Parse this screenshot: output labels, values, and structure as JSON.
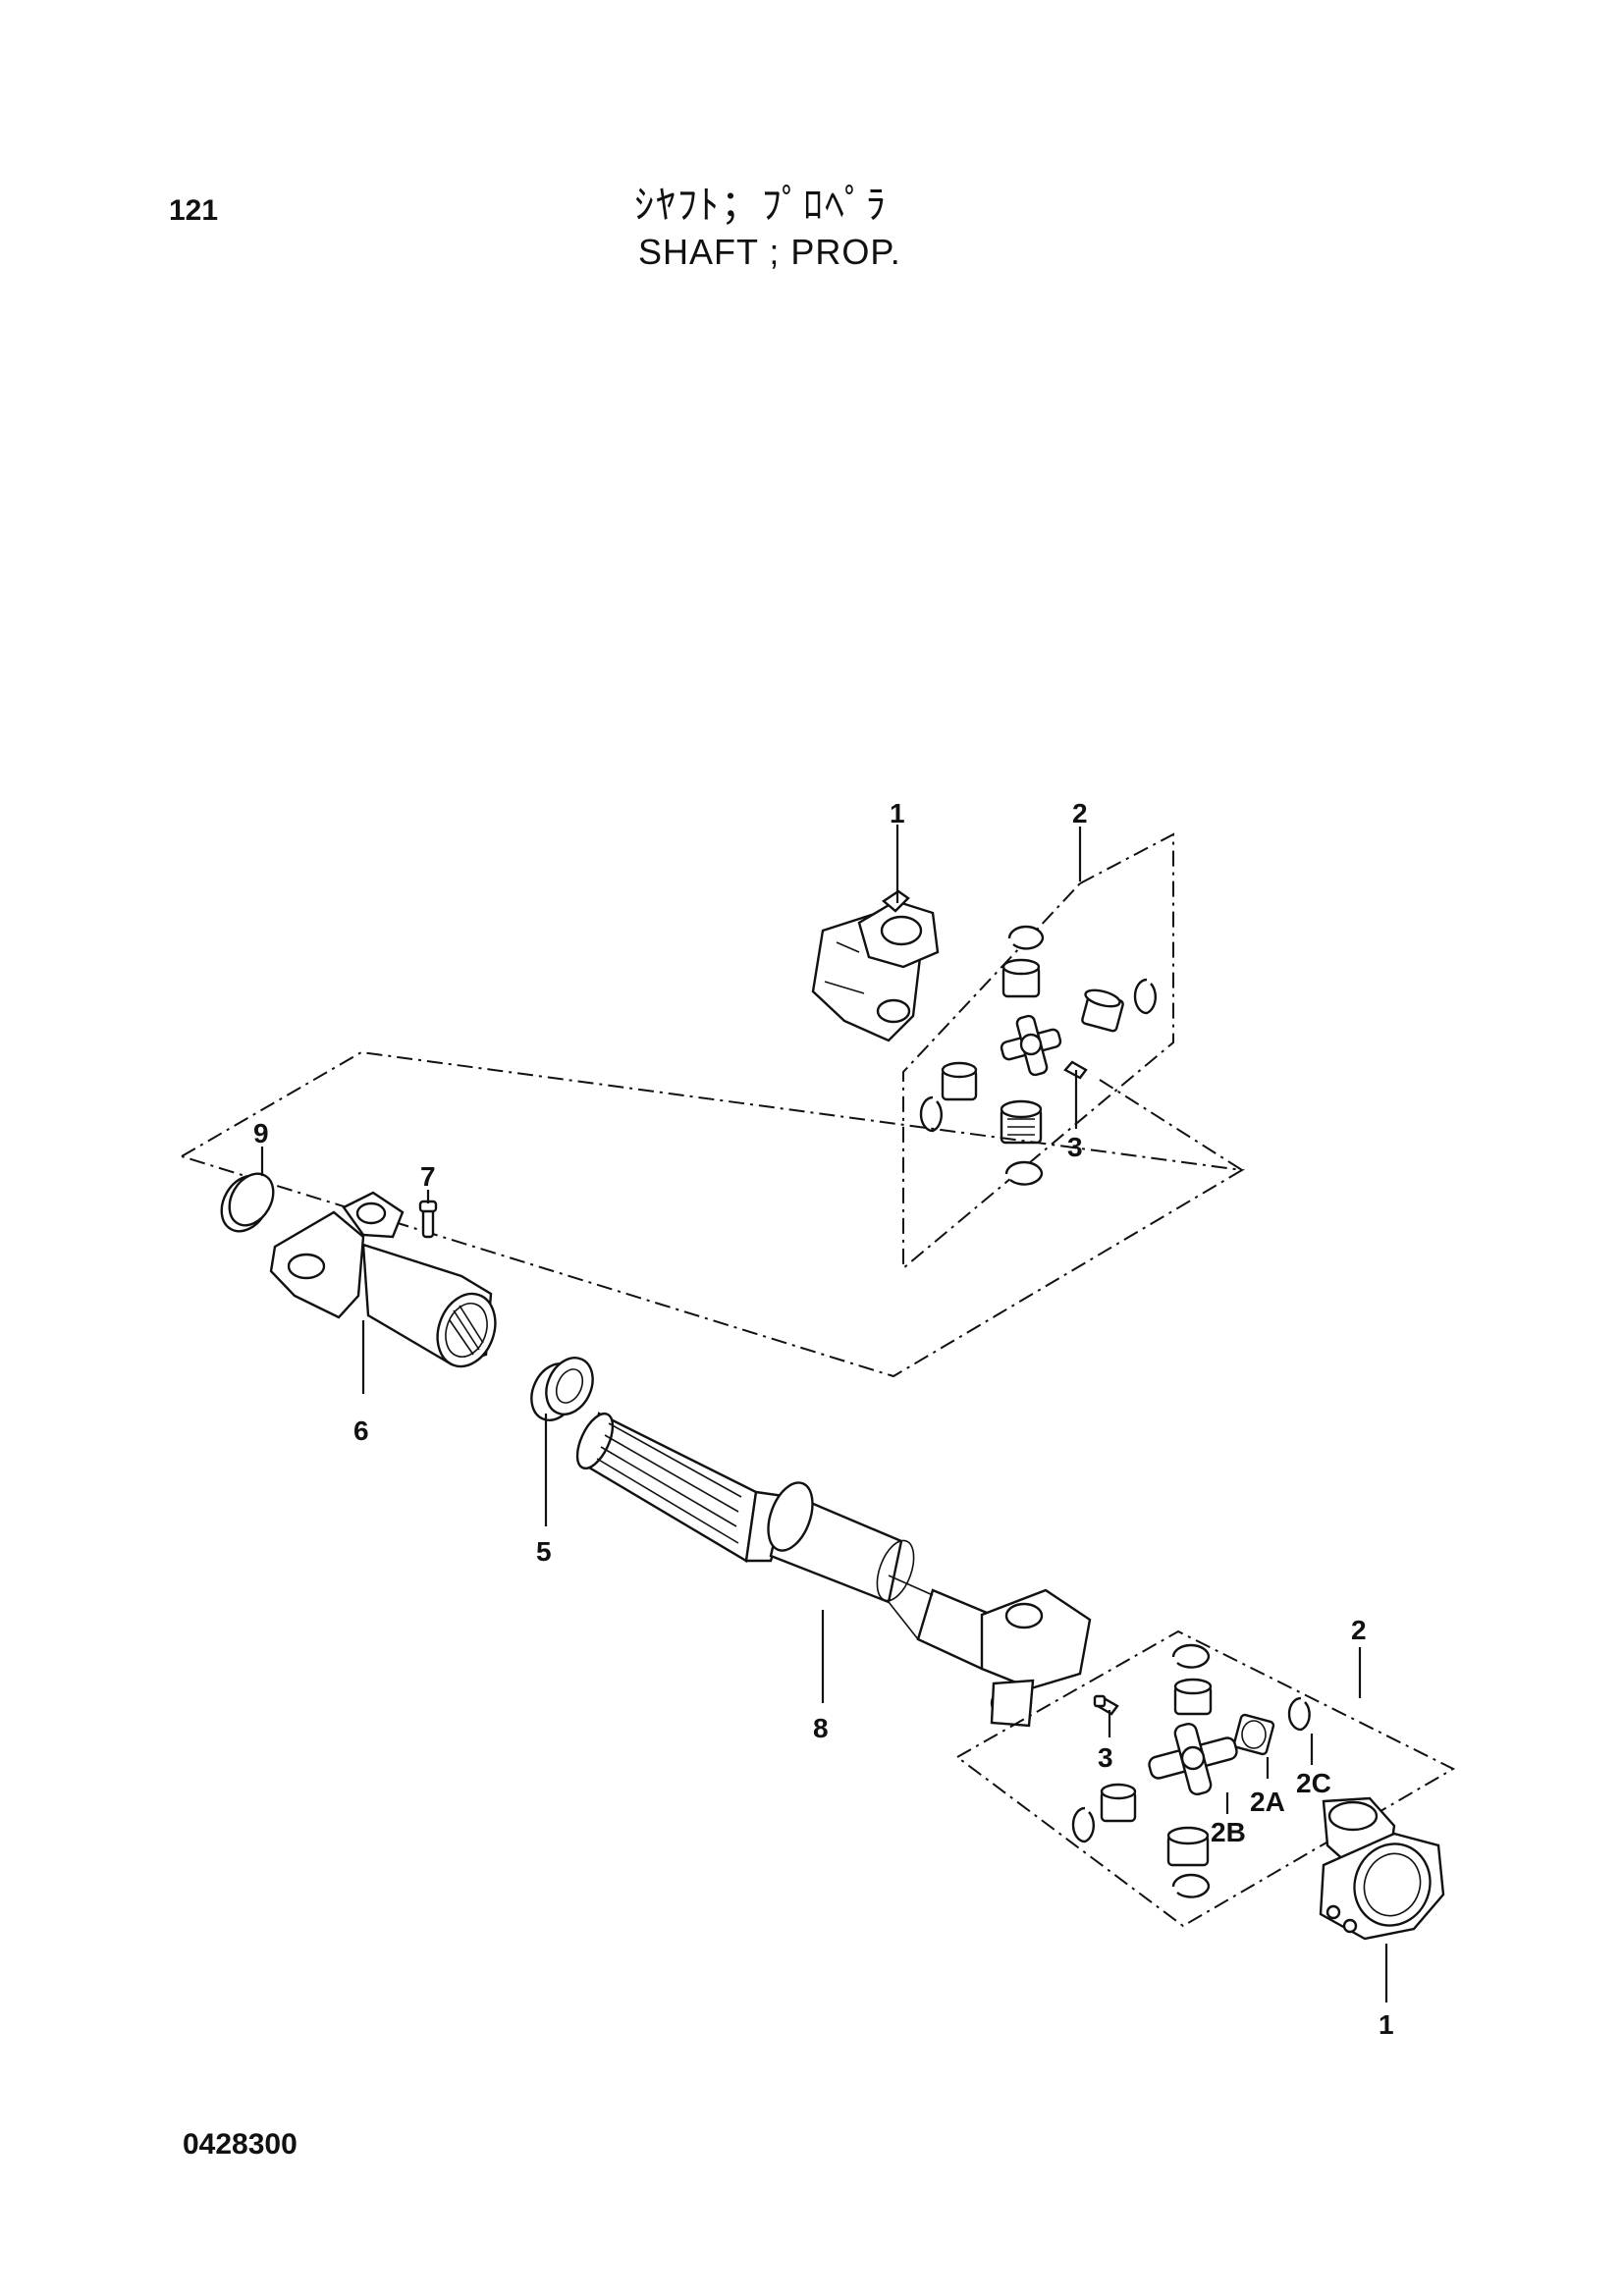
{
  "header": {
    "page_number": "121",
    "title_jp": "ｼﾔﾌﾄ；ﾌﾟﾛﾍﾟﾗ",
    "title_en": "SHAFT ; PROP."
  },
  "footer": {
    "document_code": "0428300"
  },
  "callouts": {
    "upper_yoke": "1",
    "upper_kit": "2",
    "upper_fitting": "3",
    "lower_yoke": "1",
    "lower_kit": "2",
    "lower_fitting": "3",
    "bearing_cup": "2A",
    "cross_spider": "2B",
    "snap_ring": "2C",
    "seal_ring": "5",
    "slip_yoke": "6",
    "grease_nipple": "7",
    "tube_shaft": "8",
    "plug": "9"
  }
}
